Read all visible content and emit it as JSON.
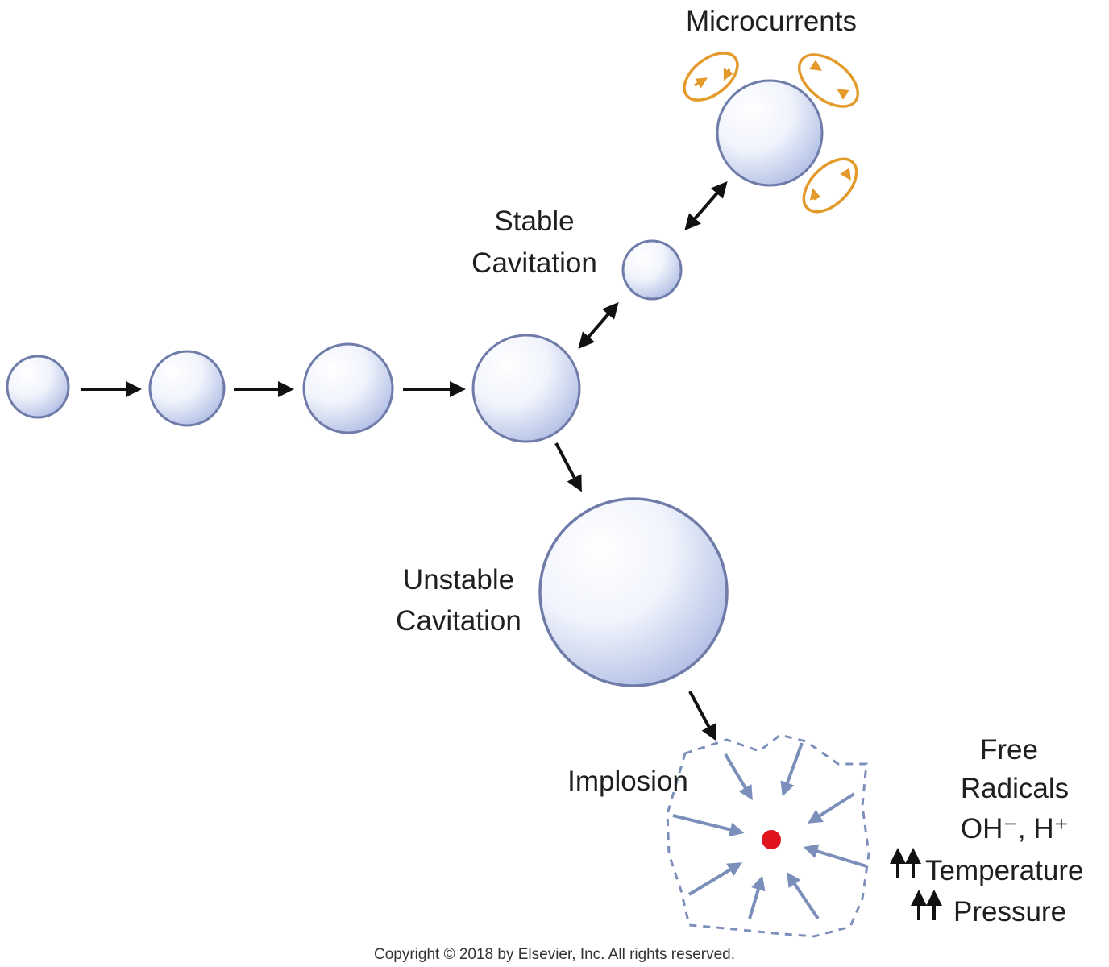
{
  "labels": {
    "microcurrents": "Microcurrents",
    "stable_line1": "Stable",
    "stable_line2": "Cavitation",
    "unstable_line1": "Unstable",
    "unstable_line2": "Cavitation",
    "implosion": "Implosion",
    "free": "Free",
    "radicals": "Radicals",
    "ions": "OH⁻, H⁺",
    "temperature": "Temperature",
    "pressure": "Pressure",
    "copyright": "Copyright © 2018 by Elsevier, Inc. All rights reserved."
  },
  "colors": {
    "bubble_fill": "#c5cfec",
    "bubble_stroke": "#6f7ba8",
    "arrow": "#111111",
    "implosion_arrow": "#7c8fba",
    "implosion_outline": "#7c8fba",
    "microcurrent": "#e39a2b",
    "core": "#e0141e"
  }
}
